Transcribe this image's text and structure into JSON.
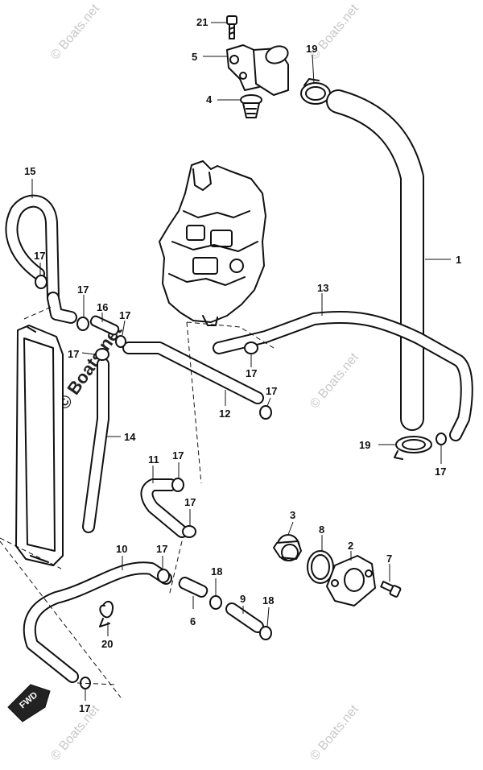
{
  "watermark": {
    "text": "© Boats.net",
    "color": "#c8c8c8",
    "main_text": "© Boats.net"
  },
  "fwd_badge": "FWD",
  "callouts": {
    "p1": "1",
    "p2": "2",
    "p3": "3",
    "p4": "4",
    "p5": "5",
    "p6": "6",
    "p7": "7",
    "p8": "8",
    "p9": "9",
    "p10": "10",
    "p11": "11",
    "p12": "12",
    "p13": "13",
    "p14": "14",
    "p15": "15",
    "p16": "16",
    "p17": "17",
    "p18": "18",
    "p19": "19",
    "p20": "20",
    "p21": "21"
  }
}
